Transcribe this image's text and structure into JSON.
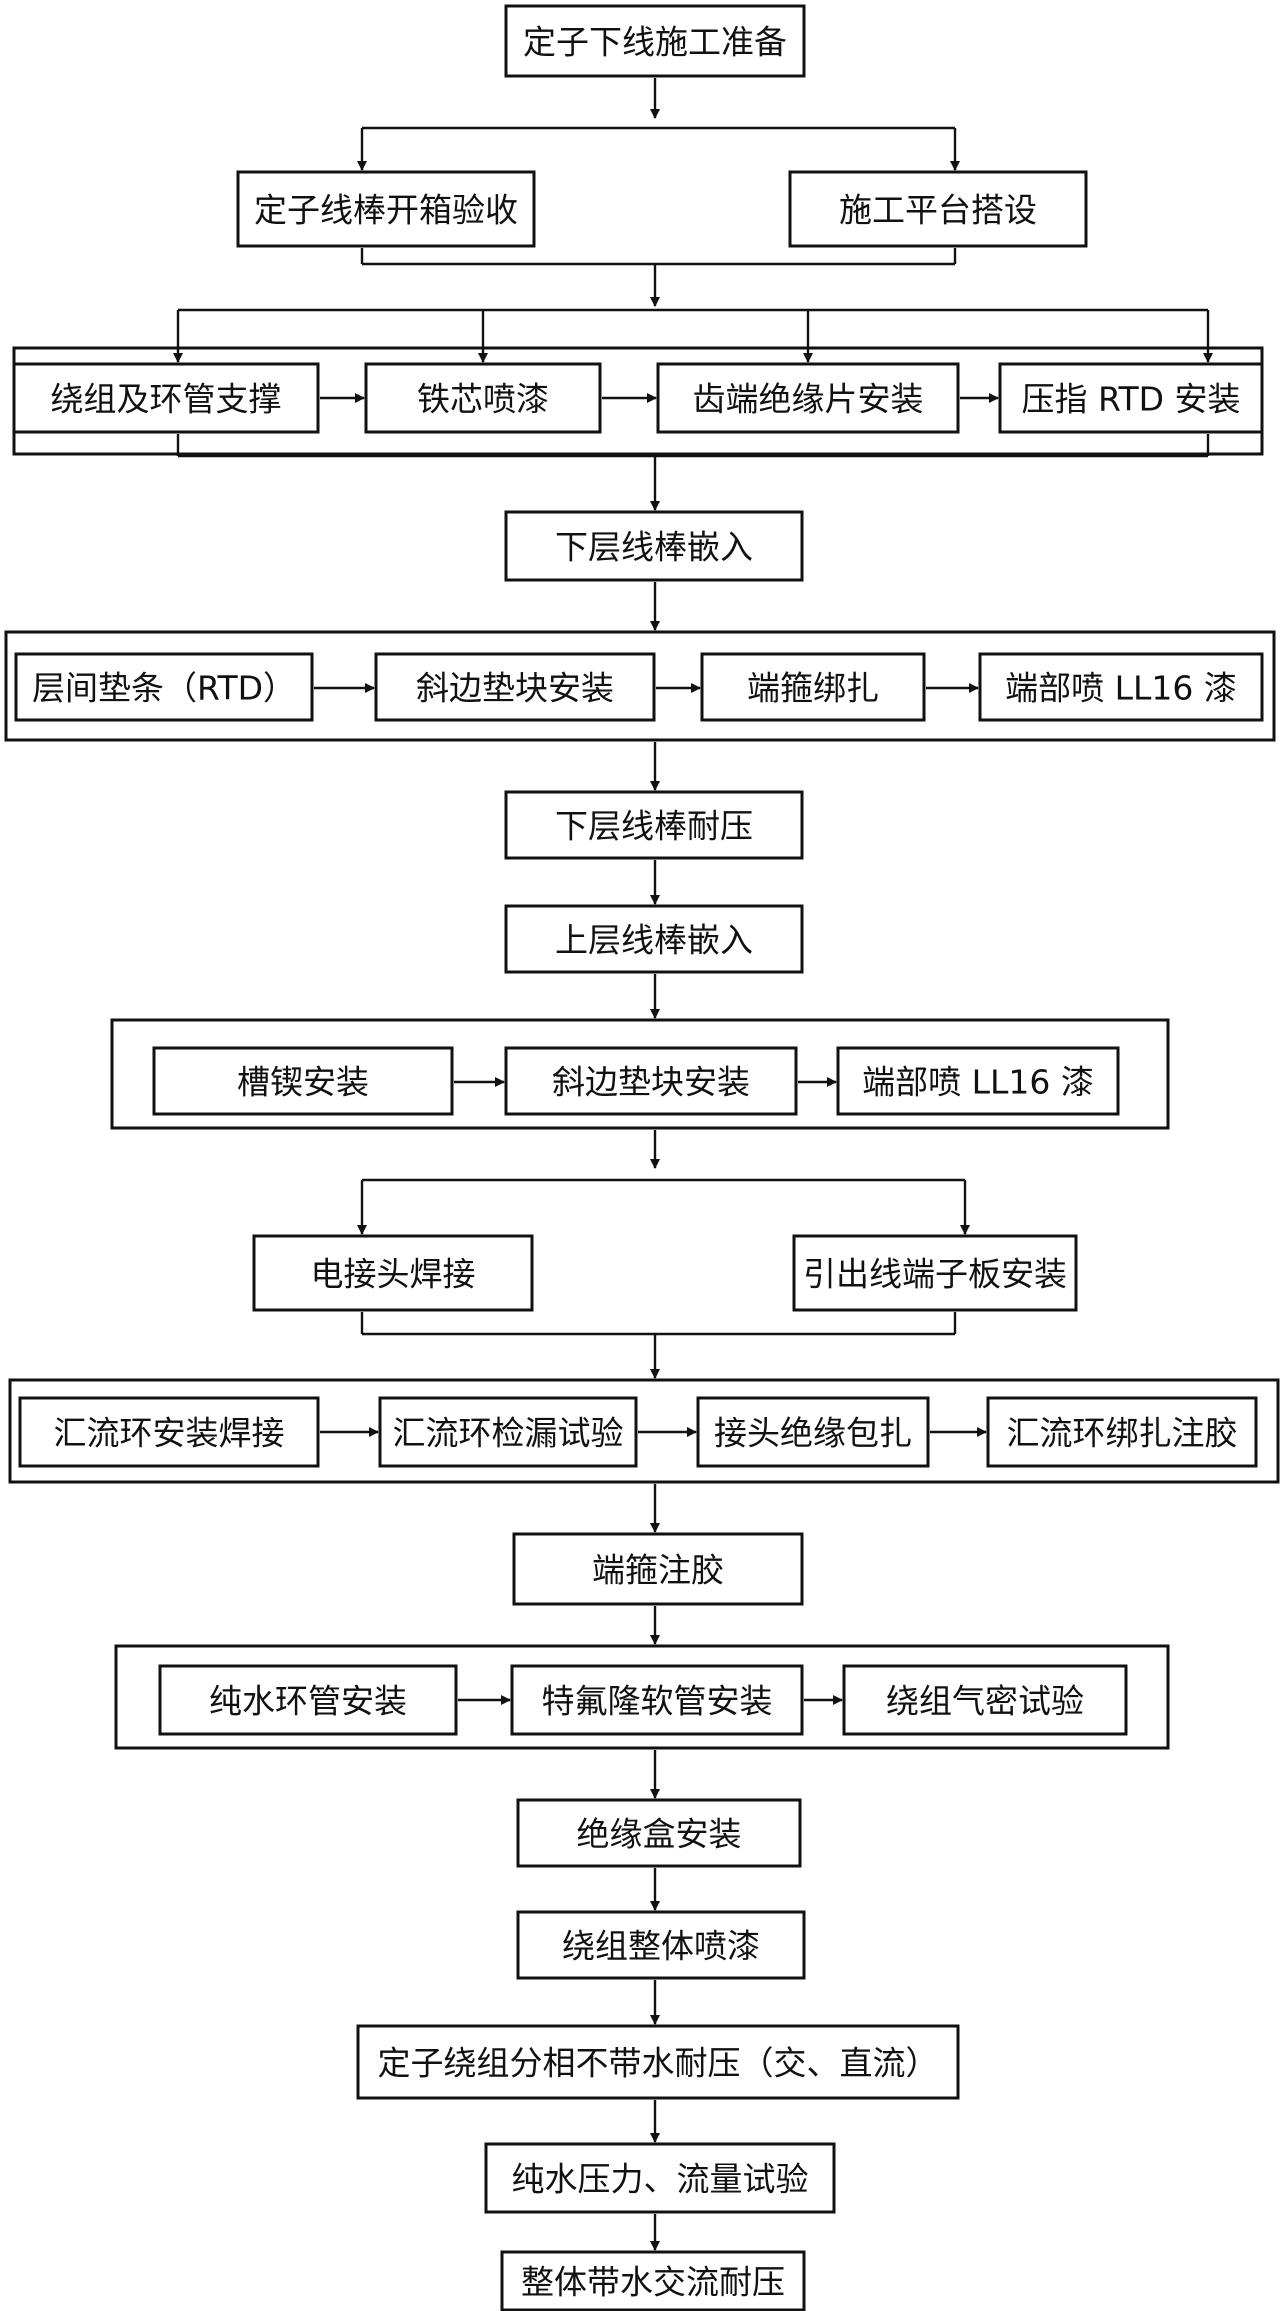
{
  "flowchart": {
    "nodes": {
      "prep": "定子下线施工准备",
      "accept": "定子线棒开箱验收",
      "platform": "施工平台搭设",
      "support": "绕组及环管支撑",
      "core_paint": "铁芯喷漆",
      "tooth_insul": "齿端绝缘片安装",
      "rtd_finger": "压指 RTD 安装",
      "lower_embed": "下层线棒嵌入",
      "spacer_rtd": "层间垫条（RTD）",
      "wedge_block_1": "斜边垫块安装",
      "end_hoop_tie": "端箍绑扎",
      "end_spray_1": "端部喷 LL16 漆",
      "lower_hipot": "下层线棒耐压",
      "upper_embed": "上层线棒嵌入",
      "slot_wedge": "槽锲安装",
      "wedge_block_2": "斜边垫块安装",
      "end_spray_2": "端部喷 LL16 漆",
      "joint_weld": "电接头焊接",
      "terminal_board": "引出线端子板安装",
      "busring_weld": "汇流环安装焊接",
      "busring_leak": "汇流环检漏试验",
      "joint_insul": "接头绝缘包扎",
      "busring_tie": "汇流环绑扎注胶",
      "end_hoop_glue": "端箍注胶",
      "water_ring": "纯水环管安装",
      "ptfe_hose": "特氟隆软管安装",
      "air_tight": "绕组气密试验",
      "insul_box": "绝缘盒安装",
      "winding_paint": "绕组整体喷漆",
      "phase_hipot": "定子绕组分相不带水耐压（交、直流）",
      "water_test": "纯水压力、流量试验",
      "final_hipot": "整体带水交流耐压"
    }
  }
}
